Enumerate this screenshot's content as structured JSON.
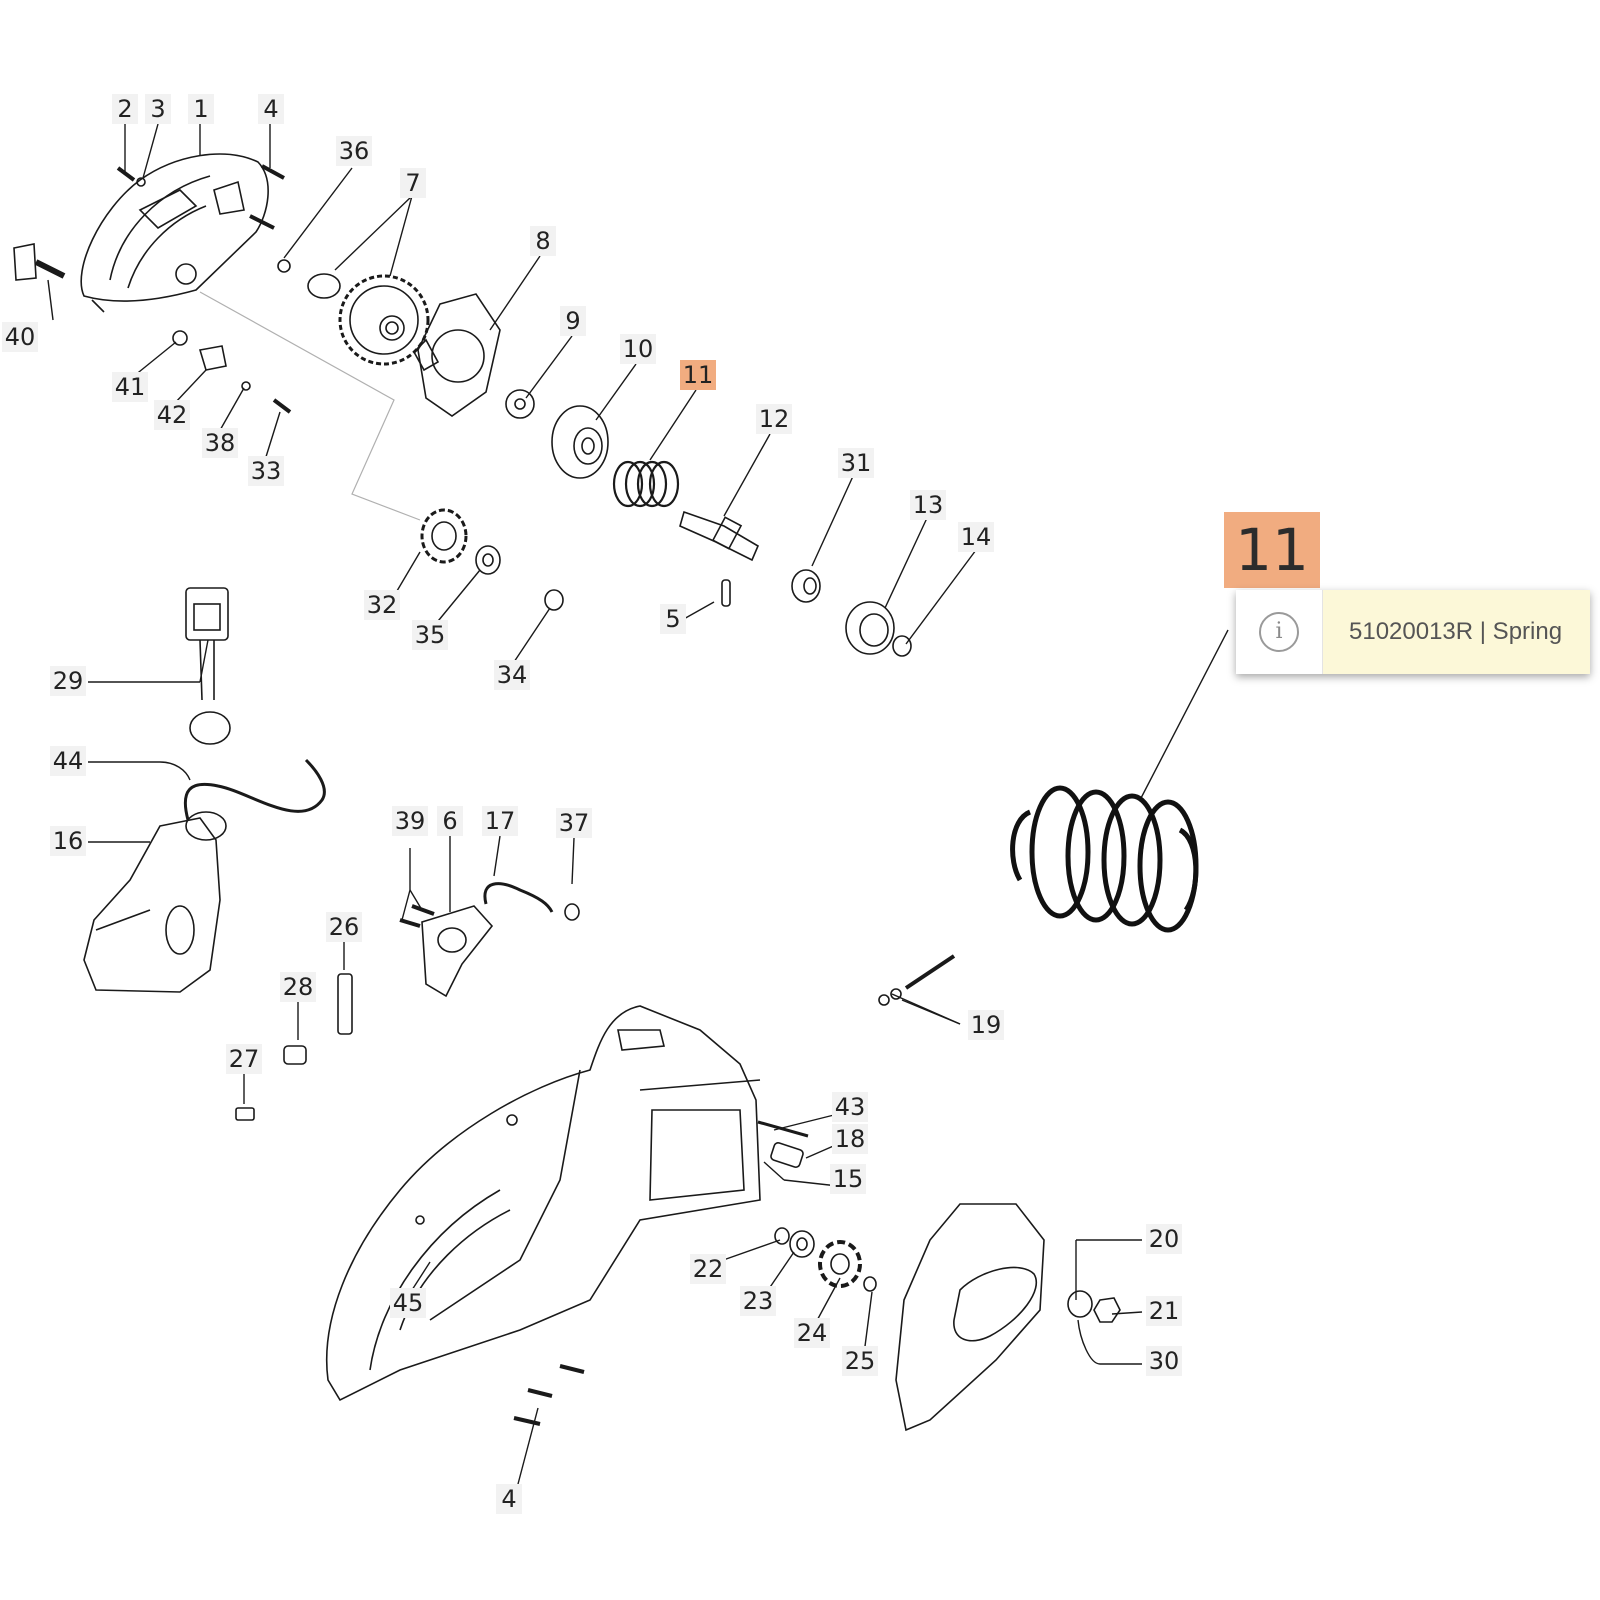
{
  "callouts": [
    {
      "id": "c1",
      "label": "1"
    },
    {
      "id": "c2",
      "label": "2"
    },
    {
      "id": "c3",
      "label": "3"
    },
    {
      "id": "c4a",
      "label": "4"
    },
    {
      "id": "c4b",
      "label": "4"
    },
    {
      "id": "c5",
      "label": "5"
    },
    {
      "id": "c6",
      "label": "6"
    },
    {
      "id": "c7",
      "label": "7"
    },
    {
      "id": "c8",
      "label": "8"
    },
    {
      "id": "c9",
      "label": "9"
    },
    {
      "id": "c10",
      "label": "10"
    },
    {
      "id": "c11",
      "label": "11",
      "highlight": true
    },
    {
      "id": "c12",
      "label": "12"
    },
    {
      "id": "c13",
      "label": "13"
    },
    {
      "id": "c14",
      "label": "14"
    },
    {
      "id": "c15",
      "label": "15"
    },
    {
      "id": "c16",
      "label": "16"
    },
    {
      "id": "c17",
      "label": "17"
    },
    {
      "id": "c18",
      "label": "18"
    },
    {
      "id": "c19",
      "label": "19"
    },
    {
      "id": "c20",
      "label": "20"
    },
    {
      "id": "c21",
      "label": "21"
    },
    {
      "id": "c22",
      "label": "22"
    },
    {
      "id": "c23",
      "label": "23"
    },
    {
      "id": "c24",
      "label": "24"
    },
    {
      "id": "c25",
      "label": "25"
    },
    {
      "id": "c26",
      "label": "26"
    },
    {
      "id": "c27",
      "label": "27"
    },
    {
      "id": "c28",
      "label": "28"
    },
    {
      "id": "c29",
      "label": "29"
    },
    {
      "id": "c30",
      "label": "30"
    },
    {
      "id": "c31",
      "label": "31"
    },
    {
      "id": "c32",
      "label": "32"
    },
    {
      "id": "c33",
      "label": "33"
    },
    {
      "id": "c34",
      "label": "34"
    },
    {
      "id": "c35",
      "label": "35"
    },
    {
      "id": "c36",
      "label": "36"
    },
    {
      "id": "c37",
      "label": "37"
    },
    {
      "id": "c38",
      "label": "38"
    },
    {
      "id": "c39",
      "label": "39"
    },
    {
      "id": "c40",
      "label": "40"
    },
    {
      "id": "c41",
      "label": "41"
    },
    {
      "id": "c42",
      "label": "42"
    },
    {
      "id": "c43",
      "label": "43"
    },
    {
      "id": "c44",
      "label": "44"
    },
    {
      "id": "c45",
      "label": "45"
    }
  ],
  "selected": {
    "number": "11",
    "info_text": "51020013R | Spring",
    "icon": "info-icon"
  },
  "colors": {
    "highlight": "#f1ac80",
    "tooltip_bg": "#fcf8d8"
  }
}
